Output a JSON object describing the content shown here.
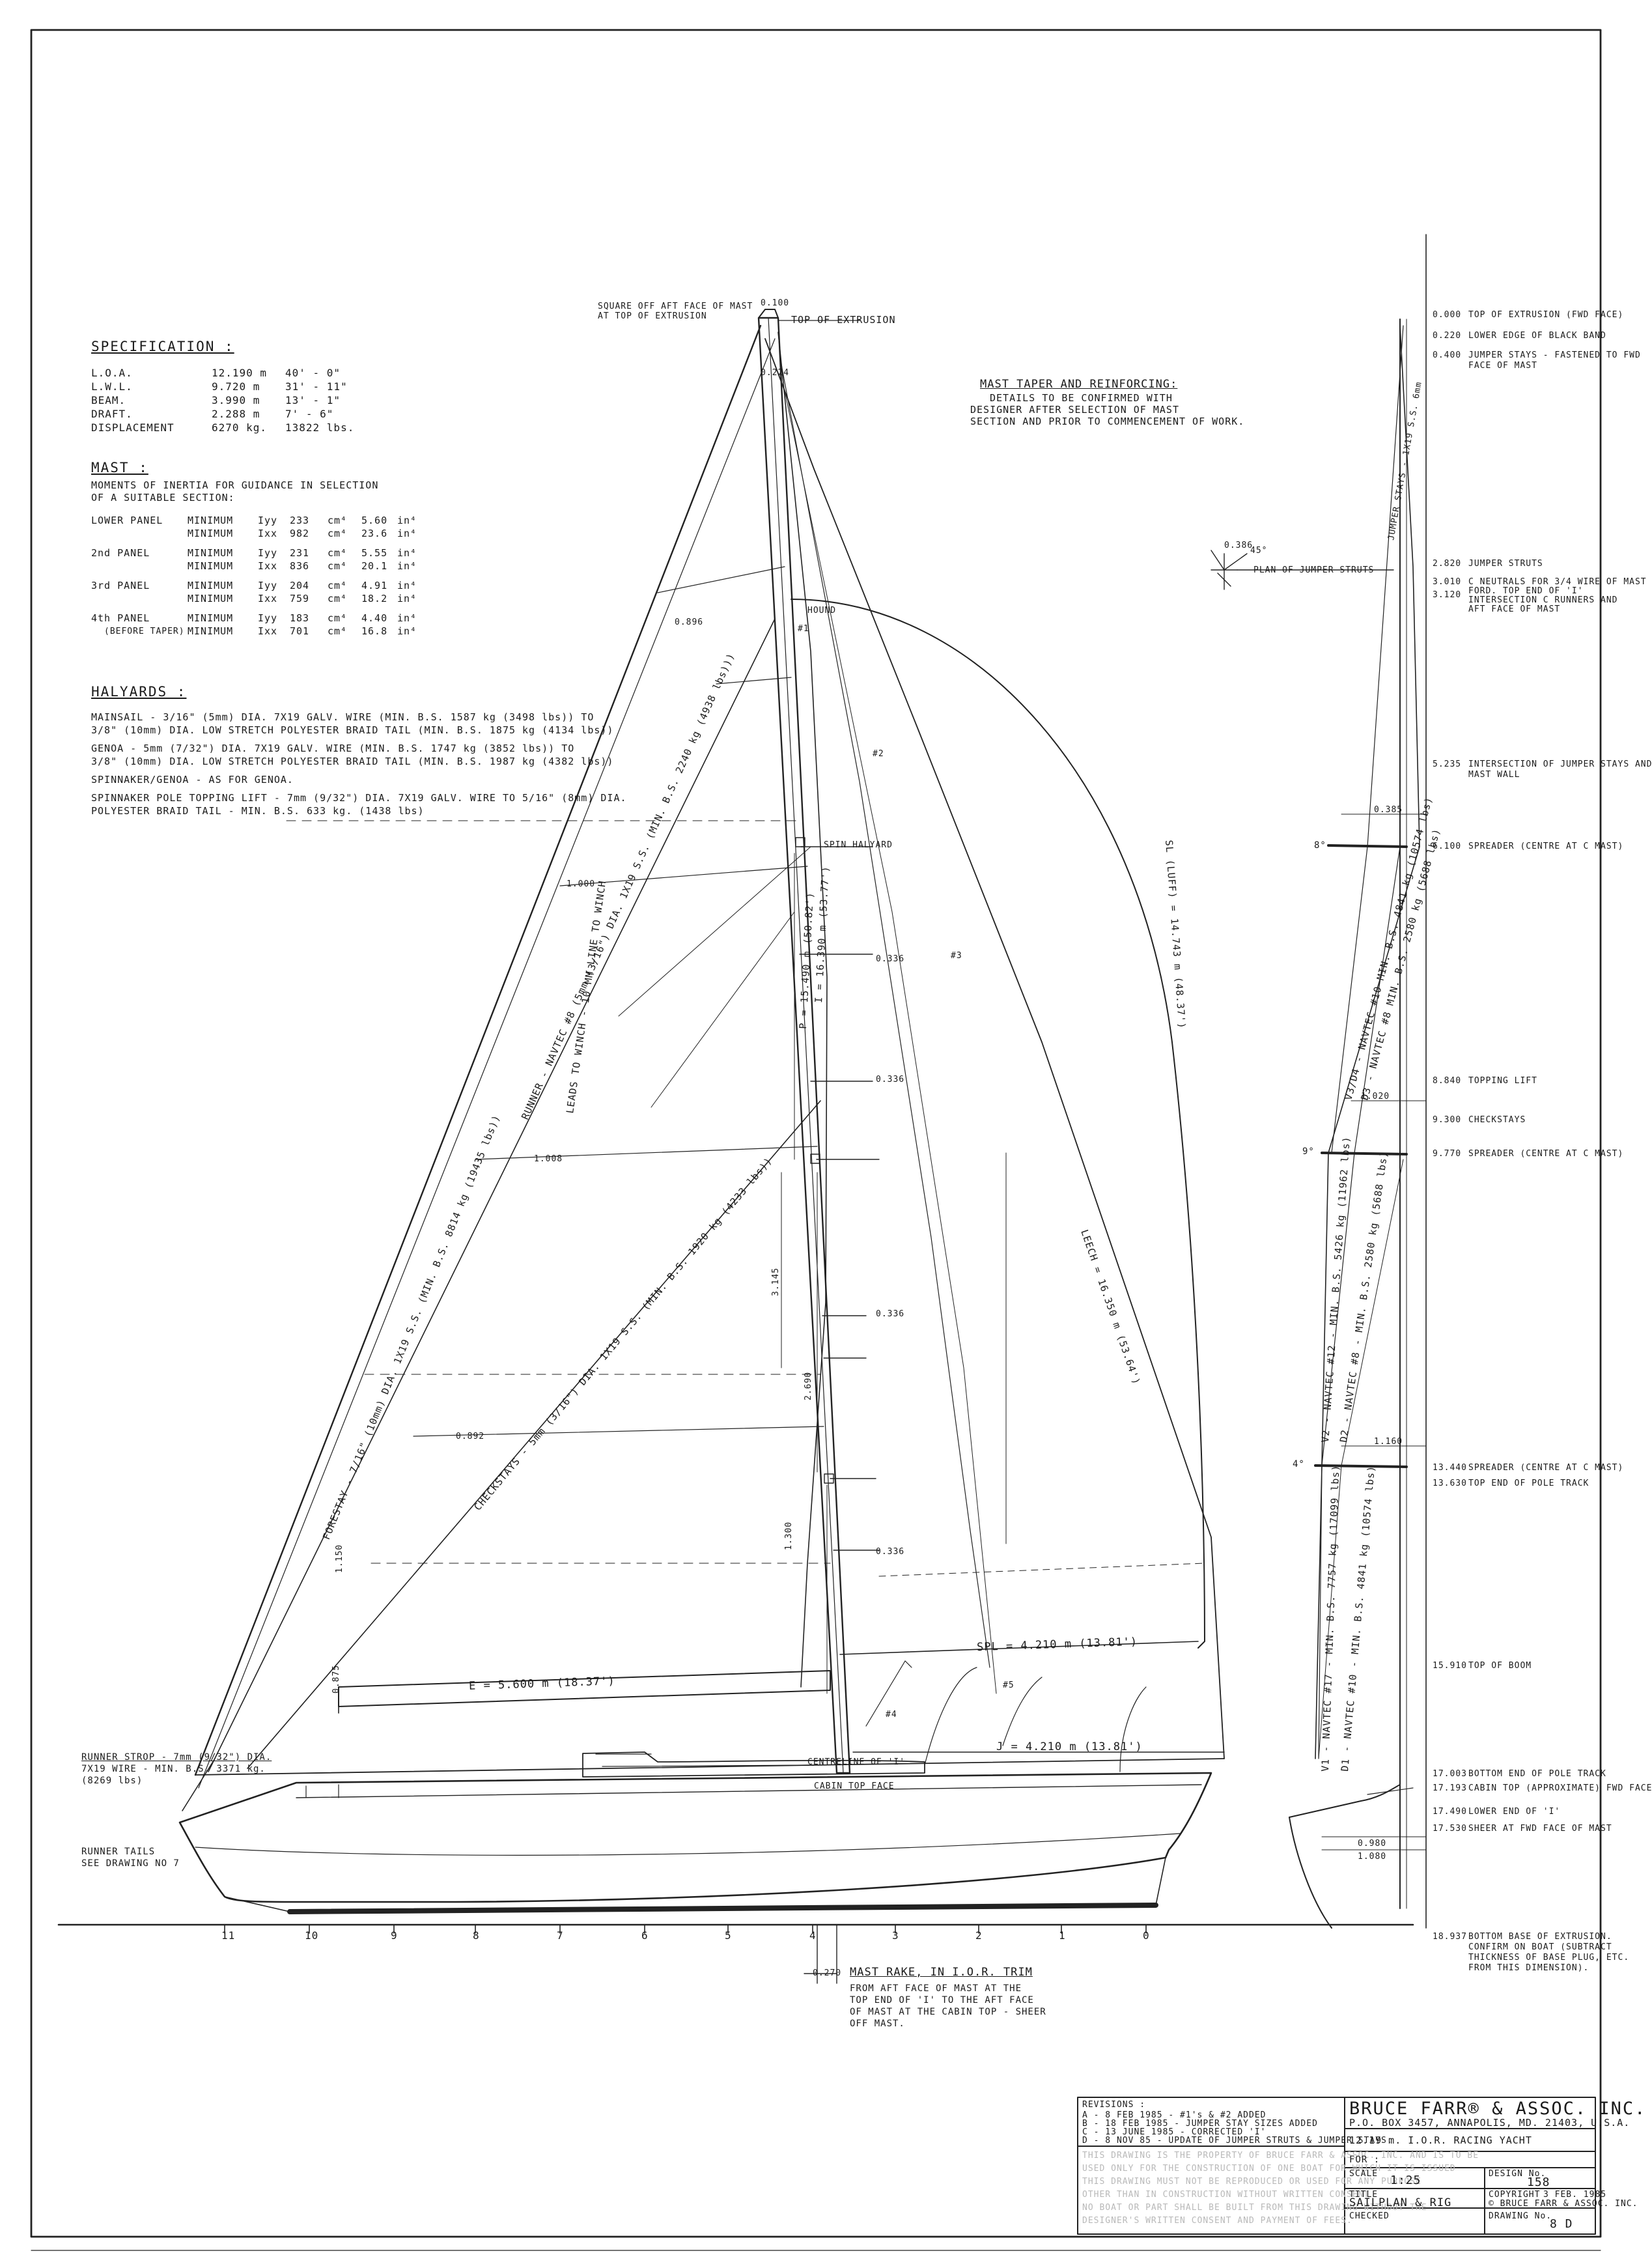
{
  "sheet": {
    "frame": true
  },
  "specification": {
    "heading": "SPECIFICATION :",
    "rows": [
      {
        "label": "L.O.A.",
        "metric": "12.190 m",
        "imperial": "40' - 0\""
      },
      {
        "label": "L.W.L.",
        "metric": "9.720 m",
        "imperial": "31' - 11\""
      },
      {
        "label": "BEAM.",
        "metric": "3.990 m",
        "imperial": "13' - 1\""
      },
      {
        "label": "DRAFT.",
        "metric": "2.288 m",
        "imperial": "7' - 6\""
      },
      {
        "label": "DISPLACEMENT",
        "metric": "6270 kg.",
        "imperial": "13822 lbs."
      }
    ]
  },
  "mast": {
    "heading": "MAST :",
    "intro": [
      "MOMENTS OF INERTIA FOR GUIDANCE IN SELECTION",
      "OF A SUITABLE SECTION:"
    ],
    "rows": [
      {
        "panel": "LOWER PANEL",
        "req": "MINIMUM",
        "axis": "Iyy",
        "val": "233",
        "u": "cm⁴",
        "imp": "5.60",
        "iu": "in⁴"
      },
      {
        "panel": "",
        "req": "MINIMUM",
        "axis": "Ixx",
        "val": "982",
        "u": "cm⁴",
        "imp": "23.6",
        "iu": "in⁴"
      },
      {
        "panel": "2nd PANEL",
        "req": "MINIMUM",
        "axis": "Iyy",
        "val": "231",
        "u": "cm⁴",
        "imp": "5.55",
        "iu": "in⁴"
      },
      {
        "panel": "",
        "req": "MINIMUM",
        "axis": "Ixx",
        "val": "836",
        "u": "cm⁴",
        "imp": "20.1",
        "iu": "in⁴"
      },
      {
        "panel": "3rd PANEL",
        "req": "MINIMUM",
        "axis": "Iyy",
        "val": "204",
        "u": "cm⁴",
        "imp": "4.91",
        "iu": "in⁴"
      },
      {
        "panel": "",
        "req": "MINIMUM",
        "axis": "Ixx",
        "val": "759",
        "u": "cm⁴",
        "imp": "18.2",
        "iu": "in⁴"
      },
      {
        "panel": "4th PANEL",
        "req": "MINIMUM",
        "axis": "Iyy",
        "val": "183",
        "u": "cm⁴",
        "imp": "4.40",
        "iu": "in⁴"
      },
      {
        "panel": "(BEFORE TAPER)",
        "req": "MINIMUM",
        "axis": "Ixx",
        "val": "701",
        "u": "cm⁴",
        "imp": "16.8",
        "iu": "in⁴"
      }
    ]
  },
  "halyards": {
    "heading": "HALYARDS :",
    "lines": [
      "MAINSAIL -   3/16\" (5mm) DIA. 7X19 GALV. WIRE (MIN. B.S. 1587 kg (3498 lbs)) TO",
      "             3/8\" (10mm) DIA. LOW STRETCH POLYESTER BRAID TAIL (MIN. B.S. 1875 kg (4134 lbs))",
      "GENOA   -    5mm (7/32\") DIA. 7X19 GALV. WIRE (MIN. B.S. 1747 kg (3852 lbs)) TO",
      "             3/8\" (10mm) DIA. LOW STRETCH POLYESTER BRAID TAIL (MIN. B.S. 1987 kg (4382 lbs))",
      "SPINNAKER/GENOA -  AS FOR GENOA.",
      "SPINNAKER POLE TOPPING LIFT - 7mm (9/32\") DIA. 7X19 GALV. WIRE TO 5/16\" (8mm) DIA.",
      "             POLYESTER BRAID TAIL - MIN. B.S. 633 kg. (1438 lbs)"
    ]
  },
  "mast_taper_note": {
    "heading": "MAST TAPER AND REINFORCING:",
    "lines": [
      "DETAILS TO BE CONFIRMED WITH",
      "DESIGNER AFTER SELECTION OF MAST",
      "SECTION AND PRIOR TO COMMENCEMENT OF WORK."
    ]
  },
  "masthead": {
    "square_note": [
      "SQUARE OFF AFT FACE OF MAST",
      "AT TOP OF EXTRUSION"
    ],
    "top_label": "TOP OF EXTRUSION",
    "dim_top": "0.100",
    "dim_side": "0.224"
  },
  "sail_labels": {
    "boom": "E = 5.600 m (18.37')",
    "spl": "SPL = 4.210 m (13.81')",
    "j": "J = 4.210 m (13.81')",
    "p": "P = 15.490 m (50.82')",
    "i": "I = 16.390 m (53.77')",
    "luff": "SL (LUFF) = 14.743 m (48.37')",
    "leech": "LEECH = 16.350 m (53.64')",
    "forestay": "FORESTAY - 7/16\" (10mm) DIA. 1X19 S.S. (MIN. B.S. 8814 kg (19435 lbs))",
    "runner": "RUNNER - NAVTEC #8 (5mm (3/16\") DIA. 1X19 S.S. (MIN. B.S. 2240 kg (4938 lbs)))",
    "checkstays": "CHECKSTAYS - 5mm (3/16\") DIA. 1X19 S.S. (MIN. B.S. 1920 kg (4233 lbs))",
    "runner_leads": "LEADS TO WINCH - 10 MM LINE TO WINCH",
    "halyard_sheave": "SPIN HALYARD",
    "tang_a": "HOUND",
    "dim_1000": "1.000",
    "dim_1008": "1.008",
    "dim_0896": "0.896",
    "dim_0892": "0.892",
    "dim_0336a": "0.336",
    "dim_0336b": "0.336",
    "dim_0336c": "0.336",
    "dim_0336d": "0.336",
    "dim_1300": "1.300",
    "dim_2690": "2.690",
    "dim_3145": "3.145",
    "dim_1150": "1.150",
    "dim_0875": "0.875",
    "spreader_1": "#1",
    "spreader_2": "#2",
    "spreader_3": "#3",
    "spreader_4": "#4",
    "spreader_5": "#5",
    "runner_strop": [
      "RUNNER STROP - 7mm (9/32\") DIA.",
      "7X19 WIRE - MIN. B.S. 3371 kg.",
      "(8269 lbs)"
    ],
    "runner_tails": [
      "RUNNER TAILS",
      "SEE DRAWING NO 7"
    ],
    "cabin_note": "CABIN TOP FACE",
    "keel_note": "CENTRELINE OF 'I'"
  },
  "stations": [
    "11",
    "10",
    "9",
    "8",
    "7",
    "6",
    "5",
    "4",
    "3",
    "2",
    "1",
    "0"
  ],
  "mast_rake": {
    "dim": "0.270",
    "heading": "MAST RAKE, IN I.O.R. TRIM",
    "lines": [
      "FROM AFT FACE OF MAST AT THE",
      "TOP END OF 'I' TO THE AFT FACE",
      "OF MAST AT THE CABIN TOP - SHEER",
      "OFF MAST."
    ]
  },
  "rig_elevation": {
    "jumper_callout": [
      "0.386",
      "45°",
      "PLAN OF JUMPER STRUTS"
    ],
    "jumper_stays": "JUMPER STAYS - 1X19 S.S. 6mm",
    "stations": [
      {
        "h": "0.000",
        "note": "TOP OF EXTRUSION (FWD FACE)"
      },
      {
        "h": "0.220",
        "note": "LOWER EDGE OF BLACK BAND"
      },
      {
        "h": "0.400",
        "note": "JUMPER STAYS - FASTENED TO FWD"
      },
      {
        "h": "",
        "note": "FACE OF MAST"
      },
      {
        "h": "2.820",
        "note": "JUMPER STRUTS"
      },
      {
        "h": "3.010",
        "note": "C NEUTRALS FOR 3/4 WIRE OF MAST"
      },
      {
        "h": "",
        "note": "FORD. TOP END OF 'I'"
      },
      {
        "h": "3.120",
        "note": "INTERSECTION C RUNNERS AND"
      },
      {
        "h": "",
        "note": "AFT FACE OF MAST"
      },
      {
        "h": "5.235",
        "note": "INTERSECTION OF JUMPER STAYS AND"
      },
      {
        "h": "",
        "note": "MAST WALL"
      },
      {
        "h": "6.100",
        "note": "SPREADER (CENTRE AT C MAST)"
      },
      {
        "h": "8.840",
        "note": "TOPPING LIFT"
      },
      {
        "h": "9.300",
        "note": "CHECKSTAYS"
      },
      {
        "h": "9.770",
        "note": "SPREADER (CENTRE AT C MAST)"
      },
      {
        "h": "13.440",
        "note": "SPREADER (CENTRE AT C MAST)"
      },
      {
        "h": "13.630",
        "note": "TOP END OF POLE TRACK"
      },
      {
        "h": "15.910",
        "note": "TOP OF BOOM"
      },
      {
        "h": "17.003",
        "note": "BOTTOM END OF POLE TRACK"
      },
      {
        "h": "17.193",
        "note": "CABIN TOP (APPROXIMATE) FWD FACE"
      },
      {
        "h": "17.490",
        "note": "LOWER END OF 'I'"
      },
      {
        "h": "17.530",
        "note": "SHEER AT FWD FACE OF MAST"
      },
      {
        "h": "18.937",
        "note": "BOTTOM BASE OF EXTRUSION."
      },
      {
        "h": "",
        "note": "CONFIRM ON BOAT (SUBTRACT"
      },
      {
        "h": "",
        "note": "THICKNESS OF BASE PLUG, ETC."
      },
      {
        "h": "",
        "note": "FROM THIS DIMENSION)."
      }
    ],
    "dims": {
      "d0385": "0.385",
      "d1020": "1.020",
      "d1160": "1.160",
      "d0980": "0.980",
      "d1080": "1.080",
      "a8": "8°",
      "a9": "9°",
      "a4": "4°"
    },
    "shrouds": {
      "v3": "V3/D4 - NAVTEC #10 MIN. B.S. 4841 kg (10574 lbs)",
      "d3": "D3 - NAVTEC #8 MIN. B.S. 2580 kg (5688 lbs)",
      "v2": "V2 - NAVTEC #12 - MIN. B.S. 5426 kg (11962 lbs)",
      "d2": "D2 - NAVTEC #8 - MIN. B.S. 2580 kg (5688 lbs)",
      "v1": "V1 - NAVTEC #17 - MIN. B.S. 7757 kg (17099 lbs)",
      "d1": "D1 - NAVTEC #10 - MIN. B.S. 4841 kg (10574 lbs)"
    }
  },
  "title_block": {
    "revisions_heading": "REVISIONS :",
    "revisions": [
      "A - 8 FEB 1985 - #1's & #2 ADDED",
      "B - 18 FEB 1985 - JUMPER STAY SIZES ADDED",
      "C - 13 JUNE 1985 - CORRECTED 'I'",
      "D - 8 NOV 85 - UPDATE OF JUMPER STRUTS & JUMPER STAYS."
    ],
    "copyright_notice": [
      "THIS DRAWING IS THE PROPERTY OF BRUCE FARR & ASSOC. INC. AND IS TO BE",
      "USED ONLY FOR THE CONSTRUCTION OF ONE BOAT FOR WHICH IT IS ISSUED",
      "THIS DRAWING MUST NOT BE REPRODUCED OR USED FOR ANY PURPOSE",
      "OTHER THAN IN CONSTRUCTION WITHOUT WRITTEN CONSENT",
      "NO BOAT OR PART SHALL BE BUILT FROM THIS DRAWING WITHOUT THE",
      "DESIGNER'S WRITTEN CONSENT AND PAYMENT OF FEES."
    ],
    "firm": "BRUCE FARR® & ASSOC. INC.",
    "address": "P.O. BOX 3457, ANNAPOLIS, MD. 21403, U.S.A.",
    "vessel": "12.19 m. I.O.R. RACING YACHT",
    "for_label": "FOR :",
    "scale_label": "SCALE",
    "scale": "1:25",
    "design_label": "DESIGN No.",
    "design_no": "158",
    "title_label": "TITLE",
    "title": "SAILPLAN & RIG",
    "copyright_label": "COPYRIGHT",
    "date": "3 FEB. 1985",
    "copyright": "© BRUCE FARR & ASSOC. INC.",
    "checked_label": "CHECKED",
    "drawing_label": "DRAWING No.",
    "drawing_no": "8 D"
  }
}
